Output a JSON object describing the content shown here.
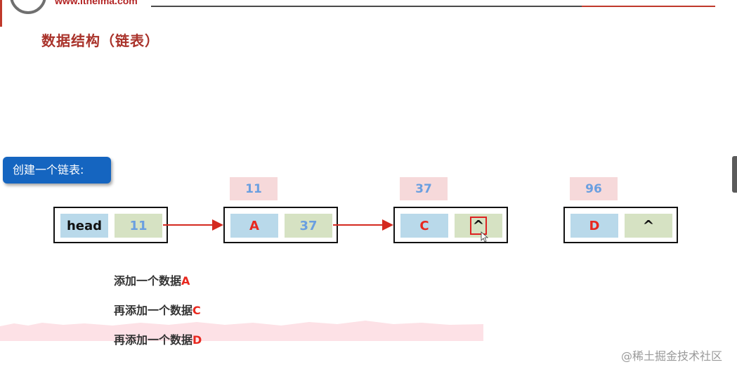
{
  "header": {
    "site_url": "www.itheima.com",
    "title": "数据结构（链表）"
  },
  "section_label": "创建一个链表:",
  "nodes": [
    {
      "address": "",
      "data": "head",
      "next": "11"
    },
    {
      "address": "11",
      "data": "A",
      "next": "37"
    },
    {
      "address": "37",
      "data": "C",
      "next": "^"
    },
    {
      "address": "96",
      "data": "D",
      "next": "^"
    }
  ],
  "steps": [
    {
      "prefix": "添加一个数据",
      "letter": "A"
    },
    {
      "prefix": "再添加一个数据",
      "letter": "C"
    },
    {
      "prefix": "再添加一个数据",
      "letter": "D"
    }
  ],
  "watermark": "@稀土掘金技术社区",
  "colors": {
    "title": "#a9322a",
    "label_bg": "#1565c0",
    "data_cell": "#b9d9ea",
    "next_cell": "#d6e2c3",
    "address_bg": "#f6d9da",
    "arrow": "#d42a20",
    "highlight": "#e8281f"
  }
}
